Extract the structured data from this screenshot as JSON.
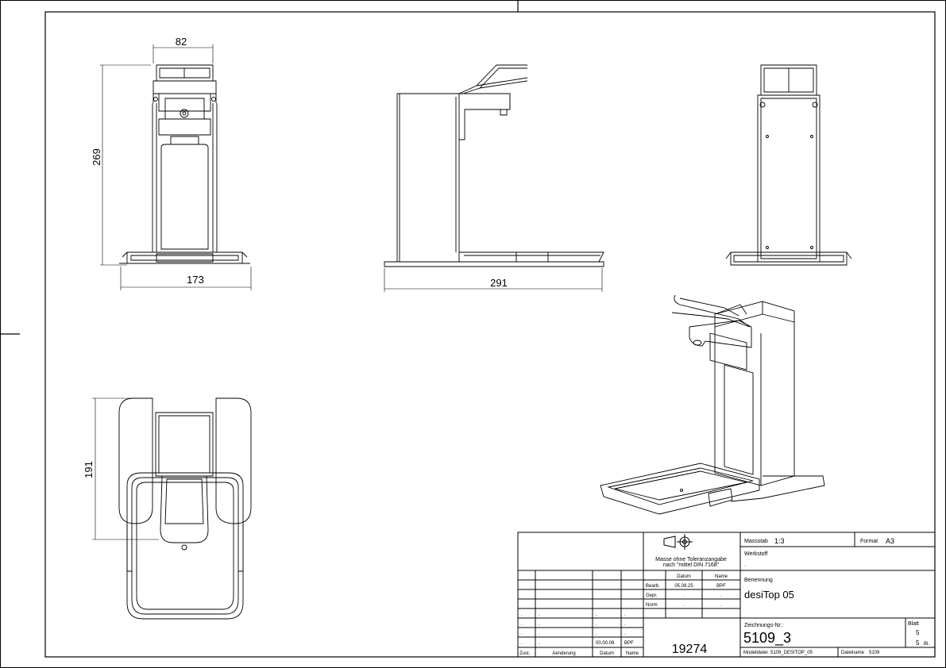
{
  "dimensions": {
    "front_width": "82",
    "front_height": "269",
    "front_base": "173",
    "side_length": "291",
    "top_depth": "191"
  },
  "title_block": {
    "tolerance_note_1": "Masse ohne Toleranzangabe",
    "tolerance_note_2": "nach \"mittel DIN 7168\"",
    "scale_label": "Massstab",
    "scale_value": "1:3",
    "format_label": "Format",
    "format_value": "A3",
    "material_label": "Werkstoff",
    "material_value": ".",
    "name_label": "Benennung",
    "name_value": "desiTop 05",
    "drawing_no_label": "Zeichnungs-Nr.:",
    "drawing_no_value": "5109_3",
    "sheet_label": "Blatt",
    "sheet_value": "5",
    "sheet_total": "5",
    "sheet_total_suffix": "Bl.",
    "model_label": "Modelldatei",
    "model_value": "5109_DESITOP_05",
    "file_label": "Dateiname",
    "file_value": "5109",
    "number": "19274",
    "col_date": "Datum",
    "col_name": "Name",
    "bearb_label": "Bearb.",
    "bearb_date": "05.08.25",
    "bearb_name": "BPF",
    "gepr_label": "Gepr.",
    "gepr_date": ".",
    "gepr_name": ".",
    "norm_label": "Norm",
    "norm_date": ".",
    "norm_name": ".",
    "rev_dots": ".",
    "rev_date": "00.00.08",
    "rev_name": "BPF",
    "zust_label": "Zust.",
    "aend_label": "Aenderung",
    "datum_label": "Datum",
    "name_label2": "Name"
  }
}
